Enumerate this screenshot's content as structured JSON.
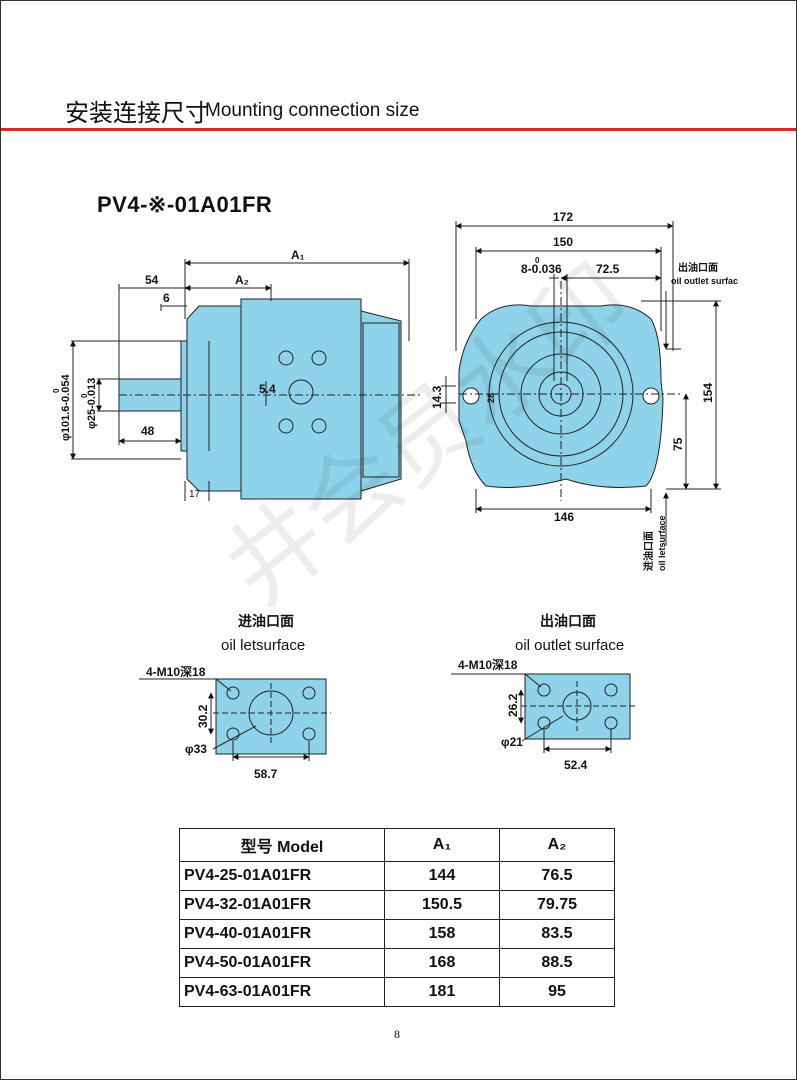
{
  "header": {
    "title_cn": "安装连接尺寸",
    "title_en": "Mounting connection size"
  },
  "model_name": "PV4-※-01A01FR",
  "watermark": "井会员水印",
  "side_view": {
    "dim_a1": "A₁",
    "dim_a2": "A₂",
    "dim_54": "54",
    "dim_6": "6",
    "dim_shaft_dia": "φ101.6-0.054",
    "dim_shaft_dia_tol": "0",
    "dim_bore_dia": "φ25-0.013",
    "dim_bore_dia_tol": "0",
    "dim_48": "48",
    "dim_5_4": "5.4",
    "dim_17": "17"
  },
  "front_view": {
    "dim_172": "172",
    "dim_150": "150",
    "dim_key": "8-0.036",
    "dim_key_tol": "0",
    "dim_72_5": "72.5",
    "dim_154": "154",
    "dim_75": "75",
    "dim_146": "146",
    "dim_14_3": "14.3",
    "dim_28": "28",
    "outlet_cn": "出油口面",
    "outlet_en": "oil outlet surfac",
    "inlet_cn": "进油口面",
    "inlet_en": "oil letsurface"
  },
  "inlet_face": {
    "title_cn": "进油口面",
    "title_en": "oil letsurface",
    "thread": "4-M10深18",
    "dim_30_2": "30.2",
    "dim_dia_33": "φ33",
    "dim_58_7": "58.7"
  },
  "outlet_face": {
    "title_cn": "出油口面",
    "title_en": "oil outlet surface",
    "thread": "4-M10深18",
    "dim_26_2": "26.2",
    "dim_dia_21": "φ21",
    "dim_52_4": "52.4"
  },
  "table": {
    "headers": [
      "型号 Model",
      "A₁",
      "A₂"
    ],
    "rows": [
      [
        "PV4-25-01A01FR",
        "144",
        "76.5"
      ],
      [
        "PV4-32-01A01FR",
        "150.5",
        "79.75"
      ],
      [
        "PV4-40-01A01FR",
        "158",
        "83.5"
      ],
      [
        "PV4-50-01A01FR",
        "168",
        "88.5"
      ],
      [
        "PV4-63-01A01FR",
        "181",
        "95"
      ]
    ]
  },
  "page_number": "8",
  "colors": {
    "accent_red": "#d42a2a",
    "pump_fill": "#8fd3ea"
  }
}
